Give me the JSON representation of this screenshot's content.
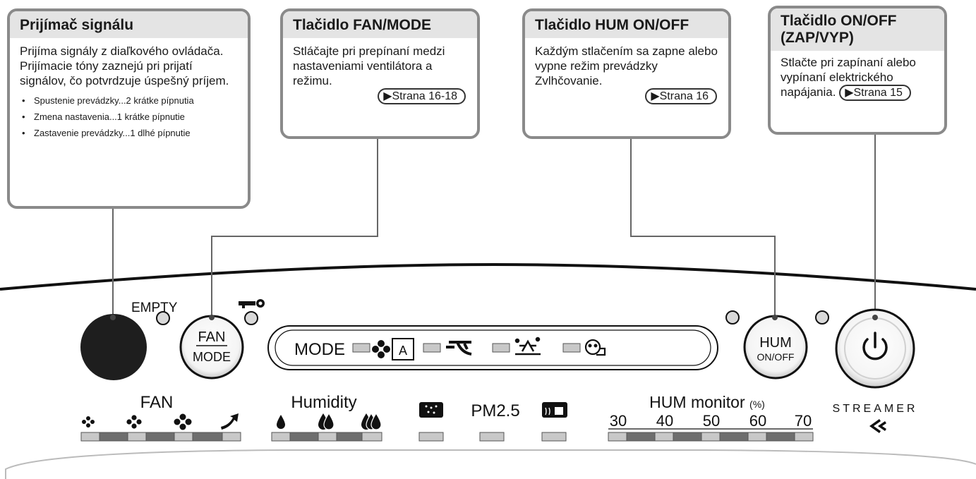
{
  "callouts": {
    "receiver": {
      "title": "Prijímač signálu",
      "text": "Prijíma signály z diaľkového ovládača. Prijímacie tóny zaznejú pri prijatí signálov, čo potvrdzuje úspešný príjem.",
      "items": [
        "Spustenie prevádzky...2 krátke pípnutia",
        "Zmena nastavenia...1 krátke pípnutie",
        "Zastavenie prevádzky...1 dlhé pípnutie"
      ]
    },
    "fan_mode": {
      "title": "Tlačidlo FAN/MODE",
      "text": "Stláčajte pri prepínaní medzi nastaveniami ventilátora a režimu.",
      "ref": "▶Strana 16-18"
    },
    "hum": {
      "title": "Tlačidlo HUM ON/OFF",
      "text": "Každým stlačením sa zapne alebo vypne režim prevádzky Zvlhčovanie.",
      "ref": "▶Strana 16"
    },
    "power": {
      "title": "Tlačidlo ON/OFF (ZAP/VYP)",
      "text": "Stlačte pri zapínaní alebo vypínaní elektrického napájania.",
      "ref": "▶Strana 15"
    }
  },
  "panel": {
    "empty_label": "EMPTY",
    "fan_button": {
      "top": "FAN",
      "bottom": "MODE"
    },
    "mode_label": "MODE",
    "hum_button": {
      "top": "HUM",
      "bottom": "ON/OFF"
    },
    "fan_label": "FAN",
    "humidity_label": "Humidity",
    "pm_label": "PM2.5",
    "hum_monitor_label": "HUM monitor",
    "hum_monitor_unit": "(%)",
    "hum_scale": [
      "30",
      "40",
      "50",
      "60",
      "70"
    ],
    "streamer_label": "STREAMER"
  },
  "colors": {
    "callout_border": "#8a8a8a",
    "callout_header": "#e4e4e4",
    "indicator_light": "#c8c8c8",
    "indicator_dark": "#6e6e6e",
    "sensor": "#1e1e1e"
  }
}
